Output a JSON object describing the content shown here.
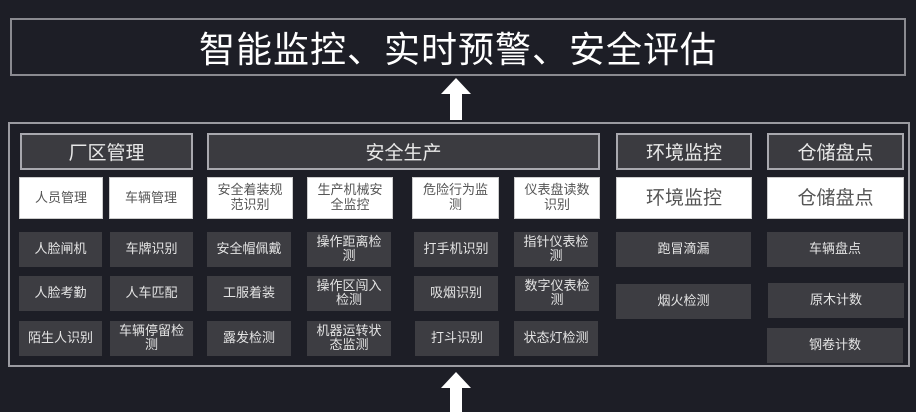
{
  "title": "智能监控、实时预警、安全评估",
  "sections": {
    "factory": {
      "header": "厂区管理",
      "subs": [
        "人员管理",
        "车辆管理"
      ],
      "col1": [
        "人脸闸机",
        "人脸考勤",
        "陌生人识别"
      ],
      "col2": [
        "车牌识别",
        "人车匹配",
        "车辆停留检测"
      ]
    },
    "safety": {
      "header": "安全生产",
      "subs": [
        "安全着装规范识别",
        "生产机械安全监控",
        "危险行为监测",
        "仪表盘读数识别"
      ],
      "col1": [
        "安全帽佩戴",
        "工服着装",
        "露发检测"
      ],
      "col2": [
        "操作距离检测",
        "操作区闯入检测",
        "机器运转状态监测"
      ],
      "col3": [
        "打手机识别",
        "吸烟识别",
        "打斗识别"
      ],
      "col4": [
        "指针仪表检测",
        "数字仪表检测",
        "状态灯检测"
      ]
    },
    "environment": {
      "header": "环境监控",
      "sub": "环境监控",
      "items": [
        "跑冒滴漏",
        "烟火检测"
      ]
    },
    "storage": {
      "header": "仓储盘点",
      "sub": "仓储盘点",
      "items": [
        "车辆盘点",
        "原木计数",
        "钢卷计数"
      ]
    }
  }
}
